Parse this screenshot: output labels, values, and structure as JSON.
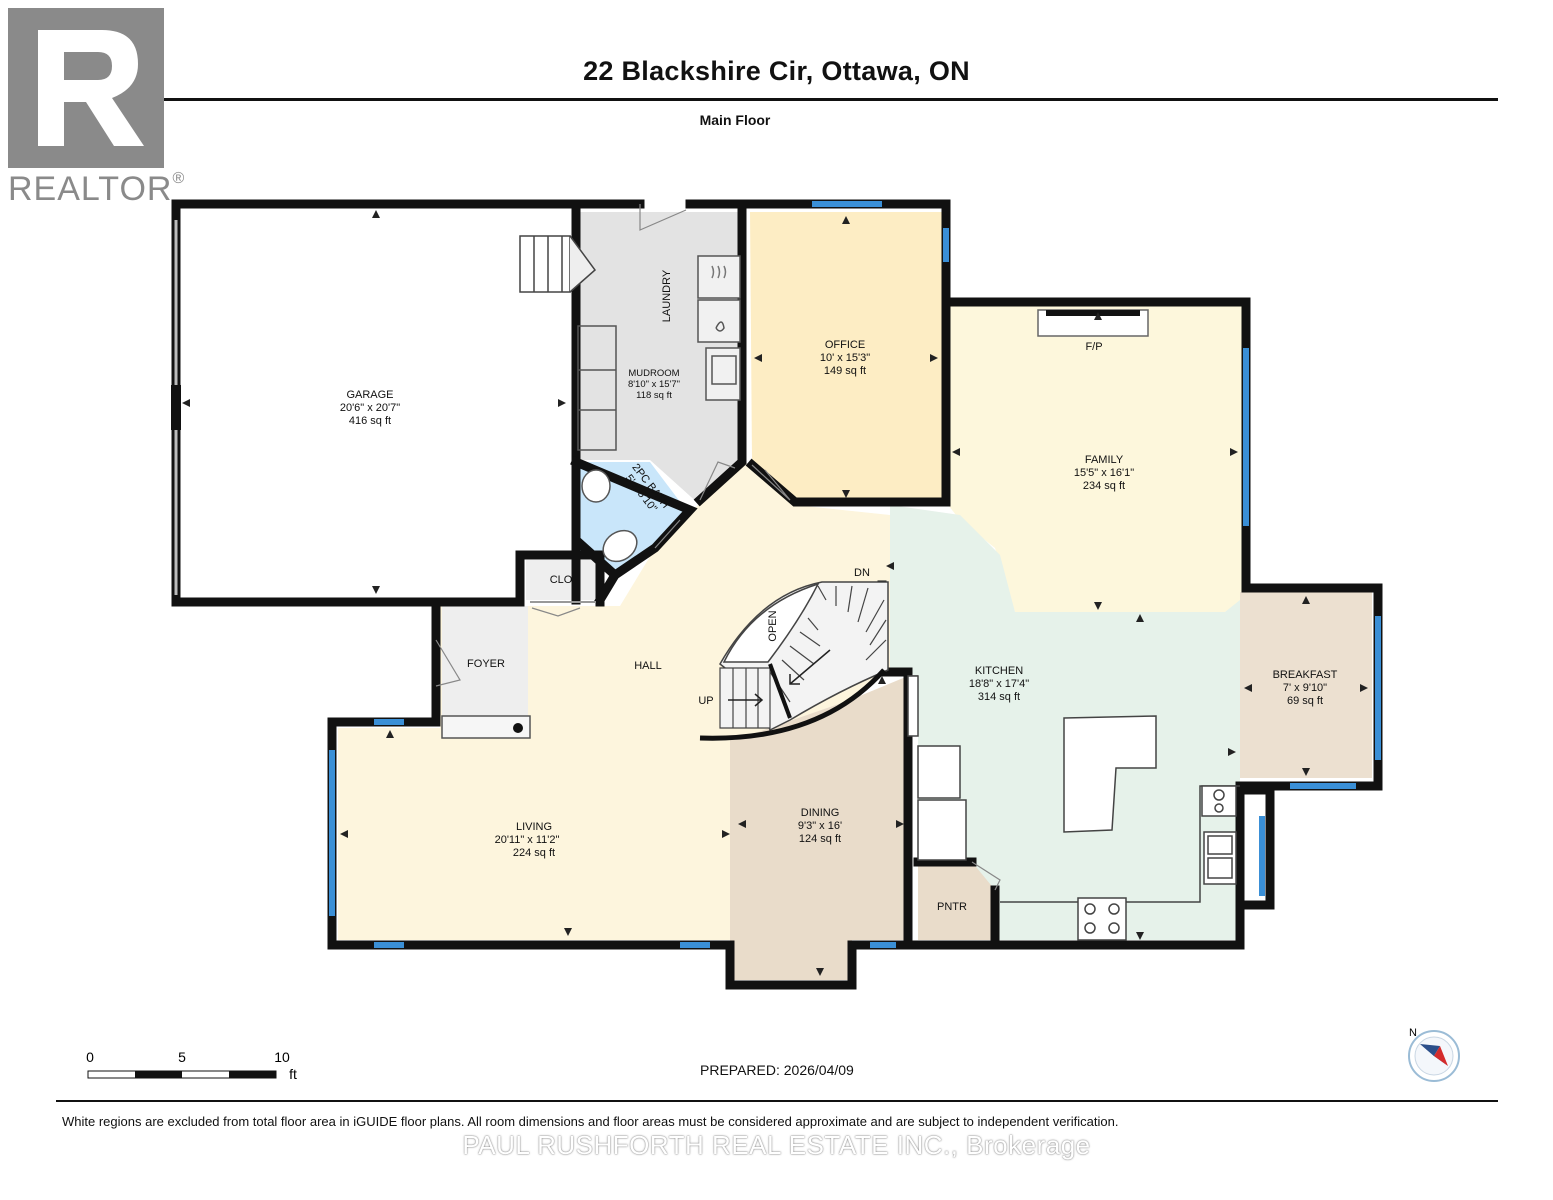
{
  "header": {
    "title": "22 Blackshire Cir, Ottawa, ON",
    "floor_name": "Main Floor"
  },
  "logo": {
    "text": "REALTOR",
    "mark": "®"
  },
  "rooms": [
    {
      "id": "garage",
      "name": "GARAGE",
      "dims": "20'6\" x 20'7\"",
      "area": "416 sq ft"
    },
    {
      "id": "mudroom",
      "name": "MUDROOM",
      "dims": "8'10\" x 15'7\"",
      "area": "118 sq ft"
    },
    {
      "id": "office",
      "name": "OFFICE",
      "dims": "10' x 15'3\"",
      "area": "149 sq ft"
    },
    {
      "id": "family",
      "name": "FAMILY",
      "dims": "15'5\" x 16'1\"",
      "area": "234 sq ft"
    },
    {
      "id": "bath",
      "name": "2PC BATH",
      "dims": "5' x 5'10\"",
      "area": ""
    },
    {
      "id": "kitchen",
      "name": "KITCHEN",
      "dims": "18'8\" x 17'4\"",
      "area": "314 sq ft"
    },
    {
      "id": "breakfast",
      "name": "BREAKFAST",
      "dims": "7' x 9'10\"",
      "area": "69 sq ft"
    },
    {
      "id": "living",
      "name": "LIVING",
      "dims": "20'11\" x 11'2\"",
      "area": "224 sq ft"
    },
    {
      "id": "dining",
      "name": "DINING",
      "dims": "9'3\" x 16'",
      "area": "124 sq ft"
    }
  ],
  "labels": {
    "laundry": "LAUNDRY",
    "fireplace": "F/P",
    "closet": "CLO",
    "foyer": "FOYER",
    "hall": "HALL",
    "open": "OPEN",
    "up": "UP",
    "down": "DN",
    "pantry": "PNTR"
  },
  "scale_bar": {
    "ticks": [
      "0",
      "5",
      "10"
    ],
    "unit": "ft"
  },
  "compass": {
    "north_label": "N"
  },
  "footer": {
    "prepared": "PREPARED: 2026/04/09",
    "disclaimer": "White regions are excluded from total floor area in iGUIDE floor plans. All room dimensions and floor areas must be considered approximate and are subject to independent verification.",
    "brokerage": "PAUL RUSHFORTH REAL ESTATE INC., Brokerage"
  },
  "colors": {
    "wall": "#111111",
    "window": "#3a8fd6",
    "garage": "#ffffff",
    "mudroom": "#e3e3e3",
    "office": "#fdedc4",
    "family": "#fdf7dc",
    "hall": "#fdf5dd",
    "bath": "#c9e6fa",
    "kitchen": "#e6f2ea",
    "breakfast": "#ece0d0",
    "dining": "#e9dcca",
    "living": "#fdf5dd",
    "fixture": "#dddddd"
  }
}
